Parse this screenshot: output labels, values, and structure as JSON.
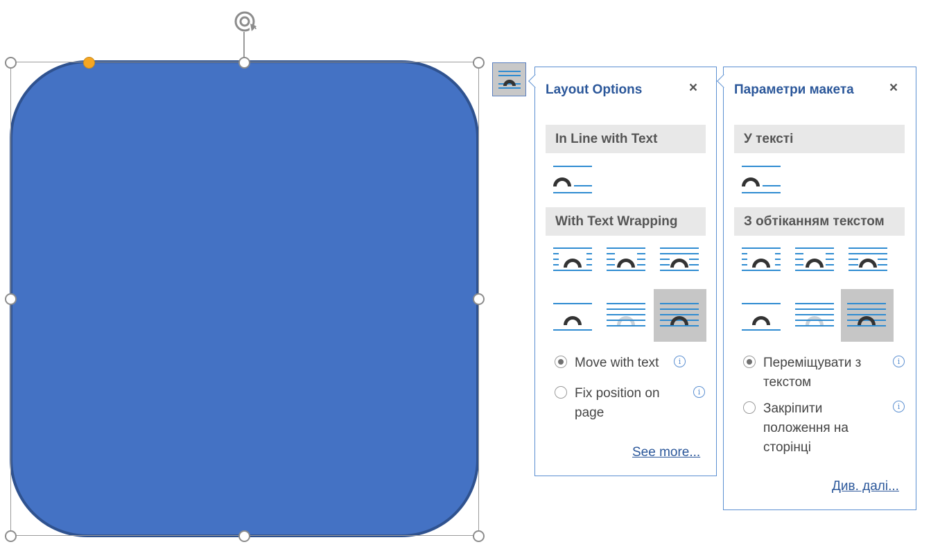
{
  "shape": {
    "fill": "#4472c4",
    "outline": "#2f528f"
  },
  "layout_button": {
    "icon": "layout-options-icon"
  },
  "panels": {
    "en": {
      "title": "Layout Options",
      "close": "×",
      "inline_header": "In Line with Text",
      "wrap_header": "With Text Wrapping",
      "move_with_text": "Move with text",
      "fix_position": "Fix position on page",
      "see_more": "See more..."
    },
    "ua": {
      "title": "Параметри макета",
      "close": "×",
      "inline_header": "У тексті",
      "wrap_header": "З обтіканням текстом",
      "move_with_text": "Переміщувати з текстом",
      "fix_position": "Закріпити положення на сторінці",
      "see_more": "Див. далі..."
    }
  },
  "info_glyph": "i",
  "accent_color": "#2b579a",
  "line_color": "#2e8bd1"
}
